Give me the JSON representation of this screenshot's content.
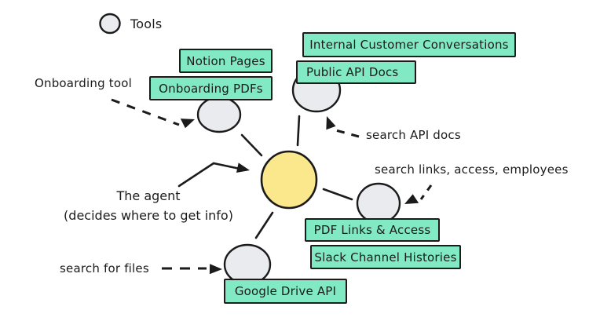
{
  "colors": {
    "background": "#ffffff",
    "box_fill": "#82E9C5",
    "agent_fill": "#FBE78C",
    "tool_fill": "#E9EBEE",
    "stroke": "#1b1b1b"
  },
  "legend": {
    "label": "Tools"
  },
  "agent": {
    "title": "The agent",
    "subtitle": "(decides where to get info)"
  },
  "tool_boxes": {
    "notion_pages": "Notion Pages",
    "onboarding_pdfs": "Onboarding PDFs",
    "internal_customer_conversations": "Internal Customer Conversations",
    "public_api_docs": "Public API Docs",
    "pdf_links_access": "PDF Links & Access",
    "slack_channel_histories": "Slack Channel Histories",
    "google_drive_api": "Google Drive API"
  },
  "annotations": {
    "onboarding_tool": "Onboarding tool",
    "search_api_docs": "search API docs",
    "search_links_access_employees": "search links, access, employees",
    "search_for_files": "search for files"
  }
}
